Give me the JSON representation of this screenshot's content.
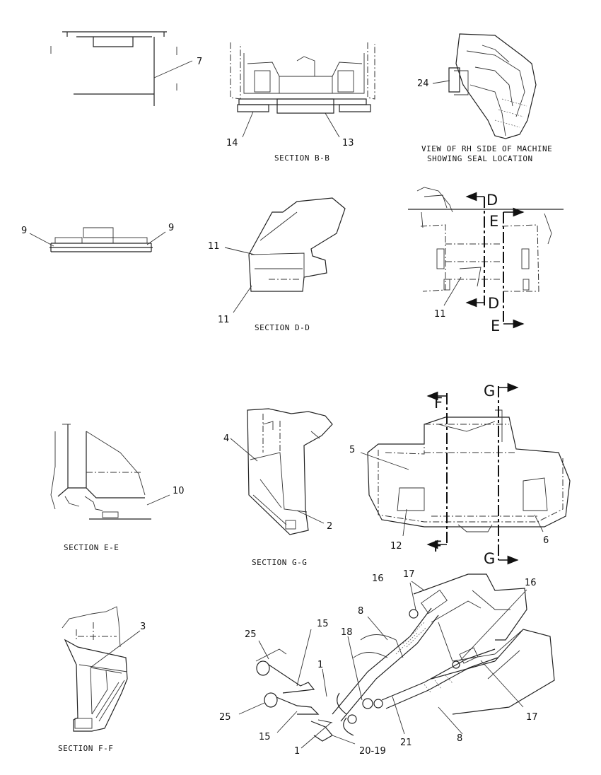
{
  "captions": {
    "section_bb": "SECTION B-B",
    "rh_view_line1": "VIEW OF RH SIDE OF MACHINE",
    "rh_view_line2": "SHOWING SEAL LOCATION",
    "section_dd": "SECTION D-D",
    "section_ee": "SECTION E-E",
    "section_gg": "SECTION G-G",
    "section_ff": "SECTION F-F"
  },
  "callouts": {
    "c7": "7",
    "c14": "14",
    "c13": "13",
    "c24": "24",
    "c9_left": "9",
    "c9_right": "9",
    "c11_a": "11",
    "c11_b": "11",
    "c11_c": "11",
    "c10": "10",
    "c4": "4",
    "c2": "2",
    "c5": "5",
    "c12": "12",
    "c6": "6",
    "c3": "3",
    "c25_a": "25",
    "c25_b": "25",
    "c15_a": "15",
    "c15_b": "15",
    "c1_a": "1",
    "c1_b": "1",
    "c18": "18",
    "c8_a": "8",
    "c8_b": "8",
    "c16_a": "16",
    "c16_b": "16",
    "c17_a": "17",
    "c17_b": "17",
    "c21": "21",
    "c20_19": "20-19"
  },
  "section_markers": {
    "d_top": "D",
    "d_bottom": "D",
    "e_top": "E",
    "e_bottom": "E",
    "f_top": "F",
    "f_bottom": "F",
    "g_top": "G",
    "g_bottom": "G"
  },
  "icons": [
    "arrow-right-icon",
    "arrow-left-icon"
  ]
}
